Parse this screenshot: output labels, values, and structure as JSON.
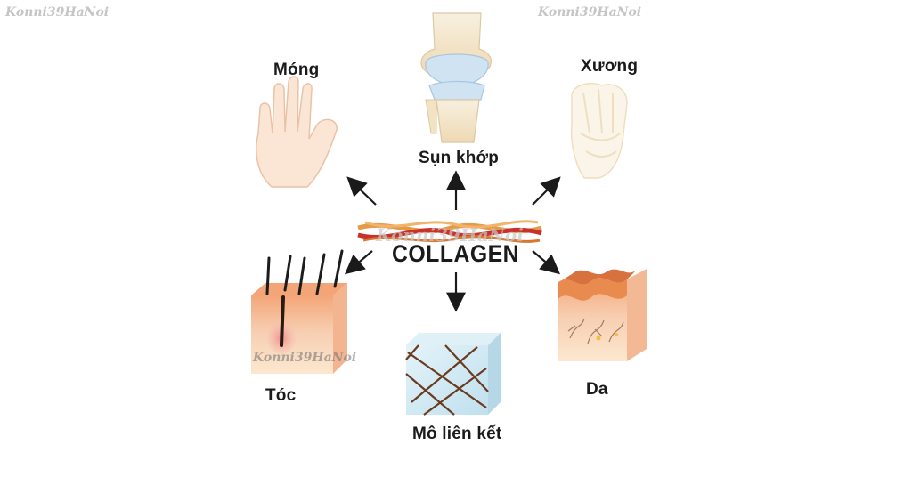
{
  "diagram": {
    "center": "COLLAGEN",
    "labels": {
      "nail": "Móng",
      "cartilage": "Sụn khớp",
      "bone": "Xương",
      "hair": "Tóc",
      "connective": "Mô liên kết",
      "skin": "Da"
    }
  },
  "watermarks": {
    "top_left": "Konni39HaNoi",
    "top_right": "Konni39HaNoi",
    "center": "Konni39HaNoi",
    "hair_block": "Konni39HaNoi"
  },
  "colors": {
    "text": "#1a1a1a",
    "arrow": "#1a1a1a",
    "skin_top": "#e98a4e",
    "skin_mid": "#f6c7a8",
    "skin_low": "#fbe3c6",
    "tissue": "#cfe9f3",
    "fiber": "#6b3b1f",
    "collagen_red": "#c9322b",
    "collagen_orange": "#e59a48",
    "bone": "#f6efdd"
  }
}
